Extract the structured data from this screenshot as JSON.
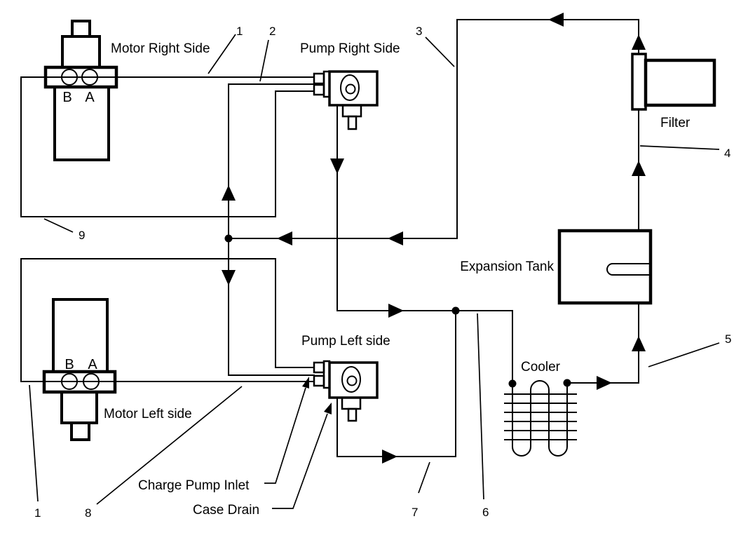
{
  "colors": {
    "ink": "#000000",
    "background": "#ffffff"
  },
  "components": {
    "motor_right": {
      "label": "Motor Right Side",
      "port_b": "B",
      "port_a": "A"
    },
    "pump_right": {
      "label": "Pump Right Side"
    },
    "filter": {
      "label": "Filter"
    },
    "expansion_tank": {
      "label": "Expansion Tank"
    },
    "cooler": {
      "label": "Cooler"
    },
    "motor_left": {
      "label": "Motor Left side",
      "port_b": "B",
      "port_a": "A"
    },
    "pump_left": {
      "label": "Pump Left side"
    }
  },
  "callouts": {
    "charge_pump_inlet": "Charge Pump Inlet",
    "case_drain": "Case Drain"
  },
  "refs": {
    "r1_top": "1",
    "r2": "2",
    "r3": "3",
    "r4": "4",
    "r5": "5",
    "r6": "6",
    "r7": "7",
    "r8": "8",
    "r9": "9",
    "r1_bottom": "1"
  }
}
